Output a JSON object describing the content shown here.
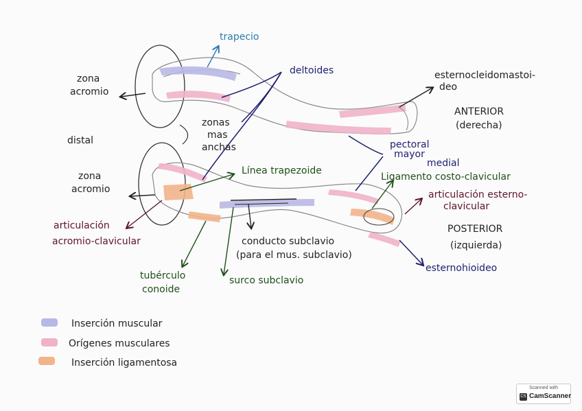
{
  "colors": {
    "insercion_muscular": "#b8b8e6",
    "origenes_musculares": "#efb2c9",
    "insercion_ligamentosa": "#f2b48a"
  },
  "labels": {
    "trapecio": "trapecio",
    "deltoides": "deltoides",
    "zona_acromio_top_1": "zona",
    "zona_acromio_top_2": "acromio",
    "esternocleido_1": "esternocleidomastoi-",
    "esternocleido_2": "deo",
    "anterior_1": "ANTERIOR",
    "anterior_2": "(derecha)",
    "distal": "distal",
    "zonas_1": "zonas",
    "zonas_2": "mas",
    "zonas_3": "anchas",
    "pectoral_1": "pectoral",
    "pectoral_2": "mayor",
    "pectoral_3": "medial",
    "zona_acromio_bot_1": "zona",
    "zona_acromio_bot_2": "acromio",
    "linea_trapezoide": "Línea trapezoide",
    "ligamento_costo": "Ligamento costo-clavicular",
    "articulacion_esterno_1": "articulación esterno-",
    "articulacion_esterno_2": "clavicular",
    "articulacion_acromio_1": "articulación",
    "articulacion_acromio_2": "acromio-clavicular",
    "posterior_1": "POSTERIOR",
    "posterior_2": "(izquierda)",
    "conducto_1": "conducto subclavio",
    "conducto_2": "(para el mus. subclavio)",
    "esternohioideo": "esternohioideo",
    "tuberculo_1": "tubérculo",
    "tuberculo_2": "conoide",
    "surco": "surco subclavio"
  },
  "legend": [
    {
      "label": "Inserción muscular",
      "color": "#b8b8e6"
    },
    {
      "label": "Orígenes musculares",
      "color": "#efb2c9"
    },
    {
      "label": "Inserción ligamentosa",
      "color": "#f2b48a"
    }
  ],
  "watermark": {
    "scanned_with": "Scanned with",
    "app_name": "CamScanner",
    "logo_text": "CS"
  }
}
